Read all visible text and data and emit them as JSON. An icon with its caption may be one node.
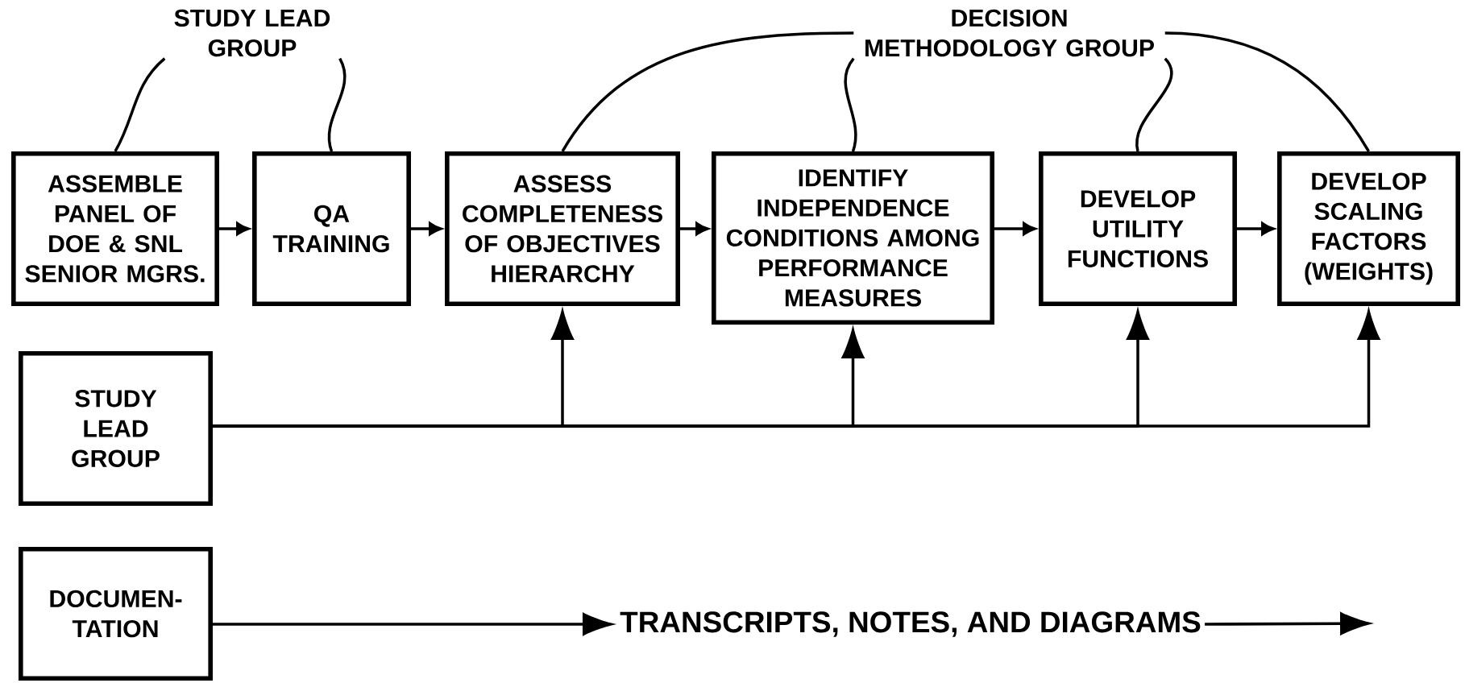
{
  "diagram": {
    "nodes": [
      {
        "text": [
          "STUDY LEAD GROUP"
        ]
      },
      {
        "text": [
          "DECISION METHODOLOGY GROUP"
        ]
      },
      {
        "text": [
          "ASSEMBLE PANEL OF DOE & SNL SENIOR MGRS."
        ]
      },
      {
        "text": [
          "QA TRAINING"
        ]
      },
      {
        "text": [
          "ASSESS COMPLETENESS OF OBJECTIVES HIERARCHY"
        ]
      },
      {
        "text": [
          "IDENTIFY INDEPENDENCE CONDITIONS AMONG PERFORMANCE MEASURES"
        ]
      },
      {
        "text": [
          "DEVELOP UTILITY FUNCTIONS"
        ]
      },
      {
        "text": [
          "DEVELOP SCALING FACTORS (WEIGHTS)"
        ]
      },
      {
        "text": [
          "STUDY LEAD GROUP"
        ]
      },
      {
        "text": [
          "DOCUMEN- TATION"
        ]
      },
      {
        "text": [
          "TRANSCRIPTS, NOTES, AND DIAGRAMS"
        ]
      }
    ],
    "edges": [
      {
        "from": 0,
        "to": 2,
        "arrow": "none"
      },
      {
        "from": 0,
        "to": 3,
        "arrow": "none"
      },
      {
        "from": 1,
        "to": 4,
        "arrow": "none"
      },
      {
        "from": 1,
        "to": 5,
        "arrow": "none"
      },
      {
        "from": 1,
        "to": 6,
        "arrow": "none"
      },
      {
        "from": 1,
        "to": 7,
        "arrow": "none"
      },
      {
        "from": 2,
        "to": 3,
        "arrow": "to"
      },
      {
        "from": 3,
        "to": 4,
        "arrow": "to"
      },
      {
        "from": 4,
        "to": 5,
        "arrow": "to"
      },
      {
        "from": 5,
        "to": 6,
        "arrow": "to"
      },
      {
        "from": 6,
        "to": 7,
        "arrow": "to"
      },
      {
        "from": 8,
        "to": 4,
        "arrow": "to"
      },
      {
        "from": 8,
        "to": 5,
        "arrow": "to"
      },
      {
        "from": 8,
        "to": 6,
        "arrow": "to"
      },
      {
        "from": 8,
        "to": 7,
        "arrow": "to"
      },
      {
        "from": 9,
        "to": 10,
        "arrow": "to"
      },
      {
        "from": 10,
        "to": null,
        "arrow": "to"
      }
    ]
  }
}
